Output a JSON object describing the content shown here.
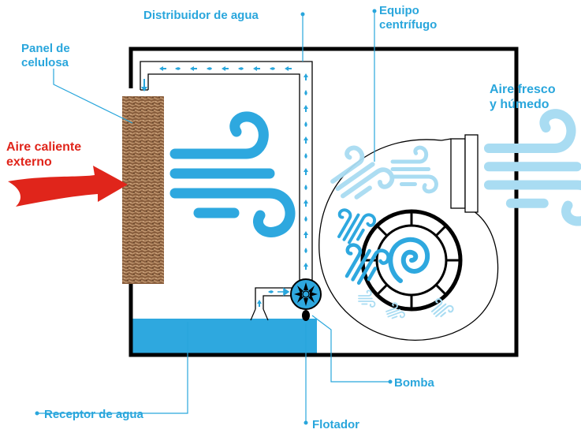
{
  "labels": {
    "distribuidor": "Distribuidor de agua",
    "equipo_1": "Equipo",
    "equipo_2": "centrífugo",
    "panel_1": "Panel de",
    "panel_2": "celulosa",
    "aire_fresco_1": "Aire fresco",
    "aire_fresco_2": "y húmedo",
    "aire_caliente_1": "Aire caliente",
    "aire_caliente_2": "externo",
    "bomba": "Bomba",
    "receptor": "Receptor de agua",
    "flotador": "Flotador"
  },
  "colors": {
    "label_blue": "#29a6dc",
    "label_red": "#e0251b",
    "water": "#2ea8df",
    "wind_strong": "#2ea8df",
    "wind_light": "#a9dcf2",
    "housing": "#000000",
    "panel": "#8b5e3c"
  },
  "icons": {
    "pump": "pump-icon",
    "fan": "centrifugal-fan-icon",
    "wind": "wind-icon",
    "hot_air_arrow": "red-arrow-icon"
  }
}
